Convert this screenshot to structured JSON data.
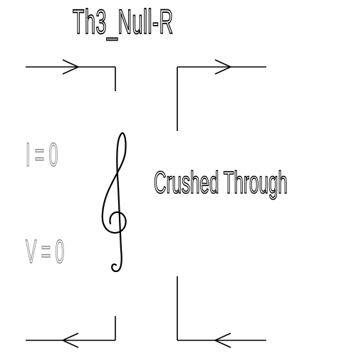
{
  "title": "Th3_Null-R",
  "subtitle": "Crushed Through",
  "equations": [
    {
      "text": "I = 0"
    },
    {
      "text": "V = 0"
    }
  ],
  "icons": {
    "clef": "treble-clef-icon",
    "arrow": "arrow-icon"
  },
  "colors": {
    "line": "#000000",
    "equation": "#8a8a8a",
    "background": "#ffffff"
  }
}
